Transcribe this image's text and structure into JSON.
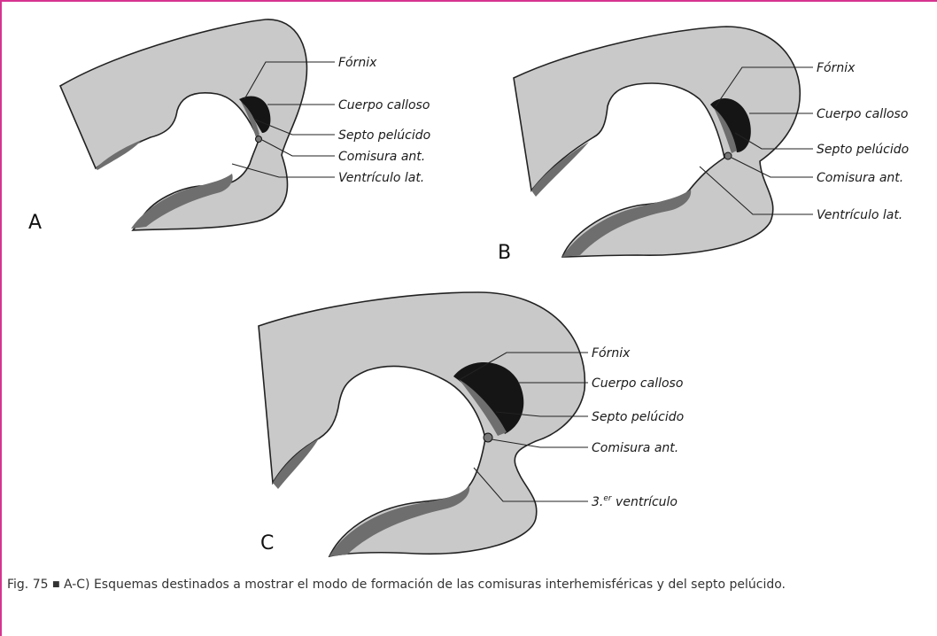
{
  "figure": {
    "panels": [
      {
        "id": "A",
        "letter": "A",
        "labels": [
          "Fórnix",
          "Cuerpo calloso",
          "Septo pelúcido",
          "Comisura ant.",
          "Ventrículo lat."
        ]
      },
      {
        "id": "B",
        "letter": "B",
        "labels": [
          "Fórnix",
          "Cuerpo calloso",
          "Septo pelúcido",
          "Comisura ant.",
          "Ventrículo lat."
        ]
      },
      {
        "id": "C",
        "letter": "C",
        "labels": [
          "Fórnix",
          "Cuerpo calloso",
          "Septo pelúcido",
          "Comisura ant."
        ],
        "ventricle_label": {
          "main": "3.",
          "sup": "er",
          "rest": " ventrículo"
        }
      }
    ],
    "colors": {
      "frame": "#d6338f",
      "tissue": "#c9c9c9",
      "dark_tissue": "#6e6e6e",
      "callosum": "#151515"
    }
  },
  "caption": {
    "number": "Fig. 75",
    "bullet": "■",
    "text": " A-C) Esquemas destinados a mostrar el modo de formación de las comisuras interhemisféricas y del septo pelúcido."
  }
}
